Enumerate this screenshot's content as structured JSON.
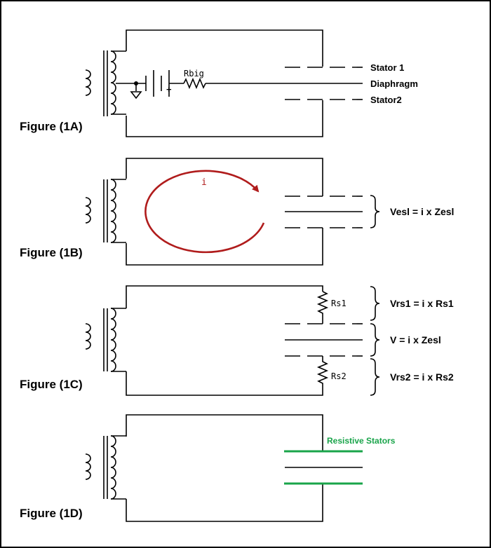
{
  "figures": [
    {
      "label": "Figure (1A)"
    },
    {
      "label": "Figure (1B)"
    },
    {
      "label": "Figure (1C)"
    },
    {
      "label": "Figure (1D)"
    }
  ],
  "fig1a": {
    "stator1": "Stator 1",
    "diaphragm": "Diaphragm",
    "stator2": "Stator2",
    "resistor": "Rbig",
    "plus": "+"
  },
  "fig1b": {
    "current": "i",
    "equation": "Vesl = i x Zesl",
    "arrow_color": "#b01c1c"
  },
  "fig1c": {
    "rs1": "Rs1",
    "rs2": "Rs2",
    "eq_top": "Vrs1 = i x Rs1",
    "eq_mid": "V = i x Zesl",
    "eq_bot": "Vrs2 = i x Rs2"
  },
  "fig1d": {
    "label": "Resistive Stators",
    "stator_color": "#19a44a"
  }
}
